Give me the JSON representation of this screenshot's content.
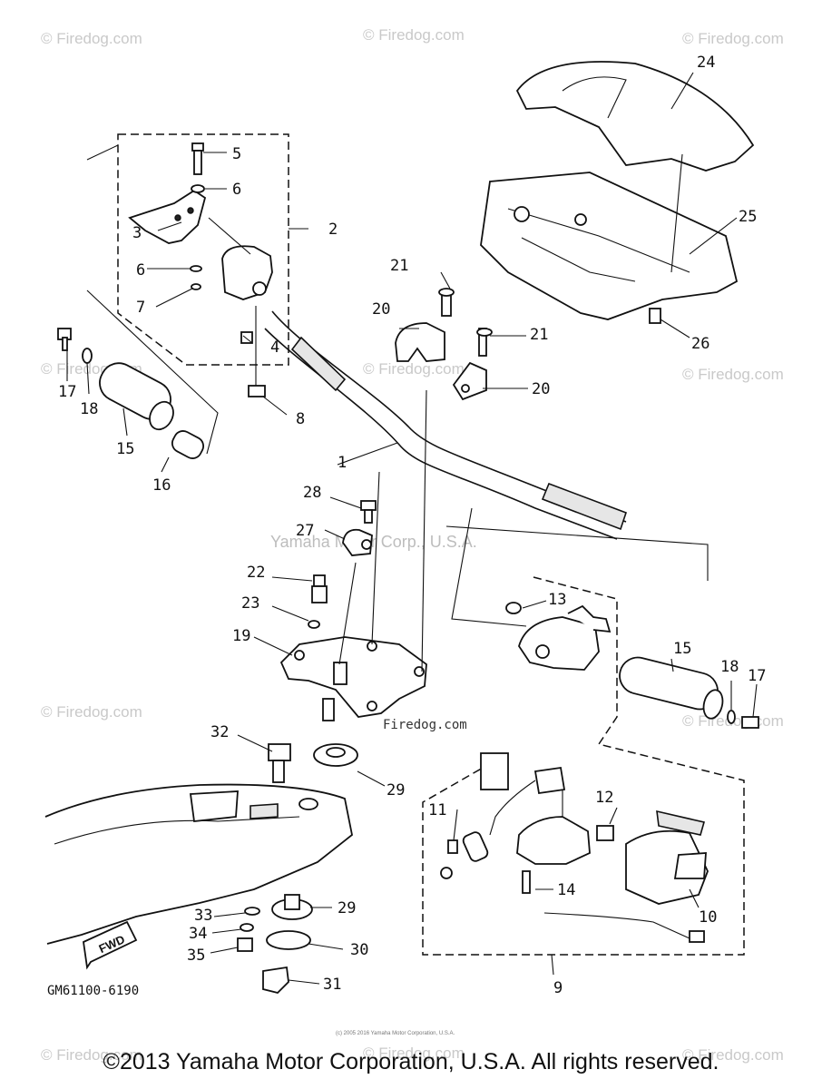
{
  "diagram": {
    "code": "GM61100-6190",
    "fwd_label": "FWD",
    "copyright": "©2013 Yamaha Motor Corporation, U.S.A. All rights reserved.",
    "small_print": "(c) 2005 2016 Yamaha Motor Corporation, U.S.A.",
    "watermarks": {
      "firedog": "© Firedog.com",
      "firedog_center": "Firedog.com",
      "yamaha": "Yamaha Motor Corp., U.S.A."
    },
    "callouts": {
      "c1": "1",
      "c2": "2",
      "c3": "3",
      "c4": "4",
      "c5": "5",
      "c6a": "6",
      "c6b": "6",
      "c7": "7",
      "c8": "8",
      "c9": "9",
      "c10": "10",
      "c11": "11",
      "c12": "12",
      "c13": "13",
      "c14": "14",
      "c15a": "15",
      "c15b": "15",
      "c16": "16",
      "c17a": "17",
      "c17b": "17",
      "c18a": "18",
      "c18b": "18",
      "c19": "19",
      "c20a": "20",
      "c20b": "20",
      "c21a": "21",
      "c21b": "21",
      "c22": "22",
      "c23": "23",
      "c24": "24",
      "c25": "25",
      "c26": "26",
      "c27": "27",
      "c28": "28",
      "c29a": "29",
      "c29b": "29",
      "c30": "30",
      "c31": "31",
      "c32": "32",
      "c33": "33",
      "c34": "34",
      "c35": "35"
    }
  }
}
